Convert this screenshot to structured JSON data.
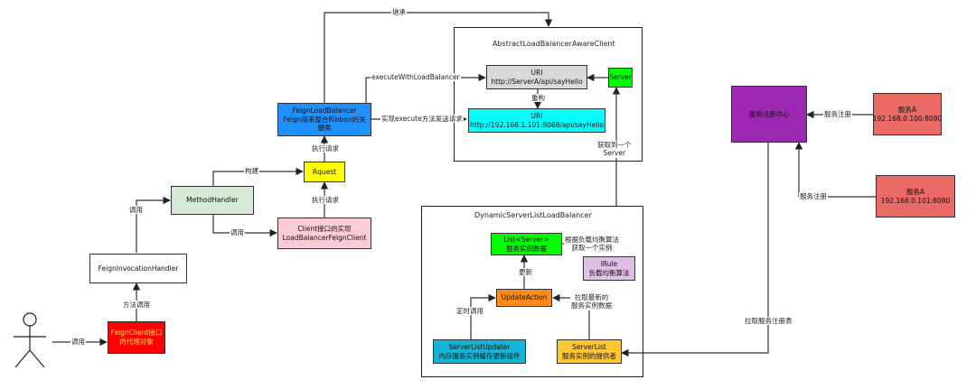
{
  "nodes": {
    "abstract_client": "AbstractLoadBalancerAwareClient",
    "uri_original": [
      "URI",
      "http://ServerA/api/sayHello"
    ],
    "server": "Server",
    "uri_rebuilt": [
      "URI",
      "http://192.168.1.101:8088/api/sayHello"
    ],
    "feign_lb": [
      "FeignLoadBalancer",
      "Feign用来整合Ribbon的关",
      "键类"
    ],
    "rquest": "Rquest",
    "method_handler": "MethodHandler",
    "client_impl": [
      "Client接口的实现",
      "LoadBalancerFeignClient"
    ],
    "invocation_handler": "FeignInvocationHandler",
    "feign_client": [
      "FeignClient接口",
      "的代理对象"
    ],
    "dynamic_lb": "DynamicServerListLoadBalancer",
    "list_server": [
      "List<Server>",
      "服务实例数据"
    ],
    "irule": [
      "IRule",
      "负载均衡算法"
    ],
    "update_action": "UpdateAction",
    "updater": [
      "ServerListUpdater",
      "内存服务实例缓存更新组件"
    ],
    "serverlist": [
      "ServerList",
      "服务实例的提供者"
    ],
    "registry": "服务注册中心",
    "service_a1": [
      "服务A",
      "192.168.0.100:8080"
    ],
    "service_a2": [
      "服务A",
      "192.168.0.101:8080"
    ]
  },
  "edges": {
    "inherit": "继承",
    "execute_with_lb": "executeWithLoadBalancer",
    "rebuild": "重构",
    "implement_execute": "实现execute方法发送请求",
    "get_server": [
      "获取到一个",
      "Server"
    ],
    "exec_request_1": "执行请求",
    "exec_request_2": "执行请求",
    "build": "构建",
    "call_method": "调用",
    "call_client": "调用",
    "method_call": "方法调用",
    "actor_call": "调用",
    "choose_instance": [
      "根据负载均衡算法",
      "获取一个实例"
    ],
    "update": "更新",
    "scheduled_call": "定时调用",
    "pull_latest": [
      "拉取最新的",
      "服务实例数据"
    ],
    "pull_registry": "拉取服务注册表",
    "register_1": "服务注册",
    "register_2": "服务注册"
  },
  "colors": {
    "uri_gray": "#d9d9d9",
    "green": "#00ff00",
    "cyan": "#00ffff",
    "blue": "#1e90ff",
    "yellow": "#ffff00",
    "mint": "#d5e8d4",
    "pink": "#ffccd5",
    "red": "#ff0000",
    "orange": "#ff8c1a",
    "lavender": "#e1bee7",
    "teal": "#14b4d6",
    "gold": "#ffc533",
    "purple": "#9c27b0",
    "salmon": "#ea6b66"
  }
}
